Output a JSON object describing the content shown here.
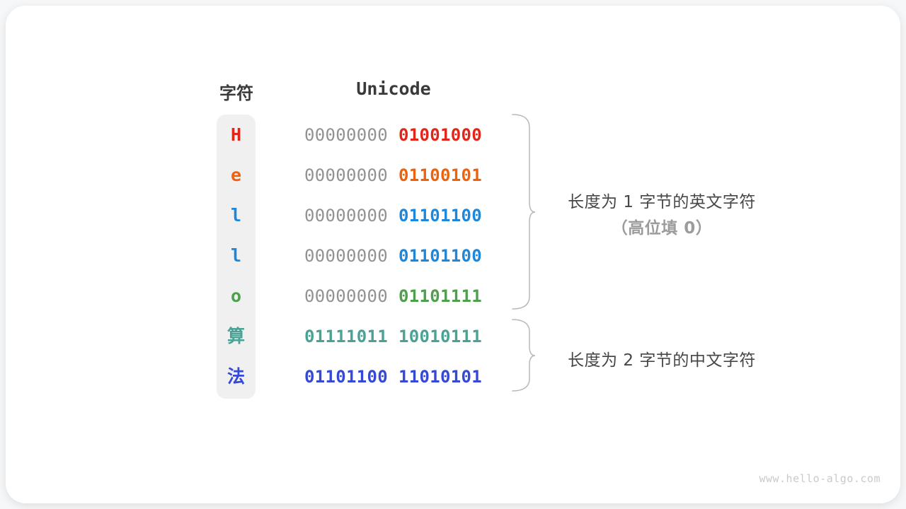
{
  "page": {
    "watermark": "www.hello-algo.com"
  },
  "table": {
    "char_header": "字符",
    "unicode_header": "Unicode",
    "rows": [
      {
        "char": "H",
        "char_color": "#e0261a",
        "byte1": "00000000",
        "byte1_color": "#929292",
        "byte1_bold": false,
        "byte2": "01001000",
        "byte2_color": "#e0261a"
      },
      {
        "char": "e",
        "char_color": "#ed620c",
        "byte1": "00000000",
        "byte1_color": "#929292",
        "byte1_bold": false,
        "byte2": "01100101",
        "byte2_color": "#ed620c"
      },
      {
        "char": "l",
        "char_color": "#1f87d9",
        "byte1": "00000000",
        "byte1_color": "#929292",
        "byte1_bold": false,
        "byte2": "01101100",
        "byte2_color": "#1f87d9"
      },
      {
        "char": "l",
        "char_color": "#1f87d9",
        "byte1": "00000000",
        "byte1_color": "#929292",
        "byte1_bold": false,
        "byte2": "01101100",
        "byte2_color": "#1f87d9"
      },
      {
        "char": "o",
        "char_color": "#4f9f4d",
        "byte1": "00000000",
        "byte1_color": "#929292",
        "byte1_bold": false,
        "byte2": "01101111",
        "byte2_color": "#4f9f4d"
      },
      {
        "char": "算",
        "char_color": "#4aa295",
        "byte1": "01111011",
        "byte1_color": "#4aa295",
        "byte1_bold": true,
        "byte2": "10010111",
        "byte2_color": "#4aa295"
      },
      {
        "char": "法",
        "char_color": "#3549d6",
        "byte1": "01101100",
        "byte1_color": "#3549d6",
        "byte1_bold": true,
        "byte2": "11010101",
        "byte2_color": "#3549d6"
      }
    ]
  },
  "annotations": {
    "group1": {
      "line1": "长度为 1 字节的英文字符",
      "line2": "（高位填 0）"
    },
    "group2": {
      "line1": "长度为 2 字节的中文字符"
    }
  },
  "colors": {
    "brace": "#b8b8b8",
    "column_background": "#f0f0f0",
    "header_text": "#3a3a3a",
    "label_text": "#474747",
    "label_muted": "#9c9c9c",
    "byte_muted": "#929292",
    "watermark": "#cacaca"
  }
}
